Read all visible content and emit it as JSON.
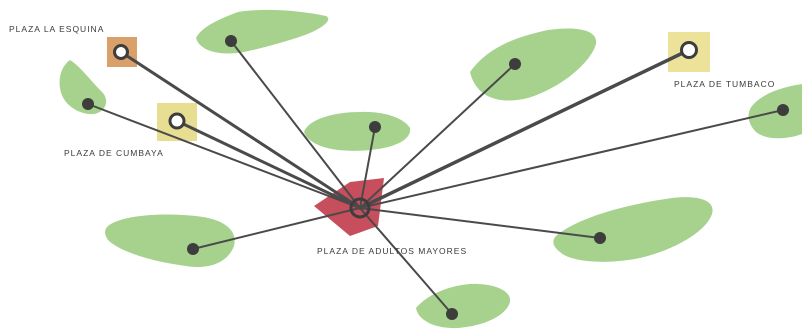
{
  "diagram": {
    "center_label": "PLAZA DE ADULTOS MAYORES",
    "plazas": [
      {
        "id": "esquina",
        "label": "PLAZA LA ESQUINA",
        "highlight_color": "#d9a06a"
      },
      {
        "id": "cumbaya",
        "label": "PLAZA DE CUMBAYA",
        "highlight_color": "#e8de92"
      },
      {
        "id": "tumbaco",
        "label": "PLAZA DE TUMBACO",
        "highlight_color": "#ece29a"
      }
    ],
    "colors": {
      "park_green": "#a6d28e",
      "hub_red": "#c74e5c",
      "link_line": "#4a4a4a",
      "node_fill": "#3d3d3d"
    }
  }
}
